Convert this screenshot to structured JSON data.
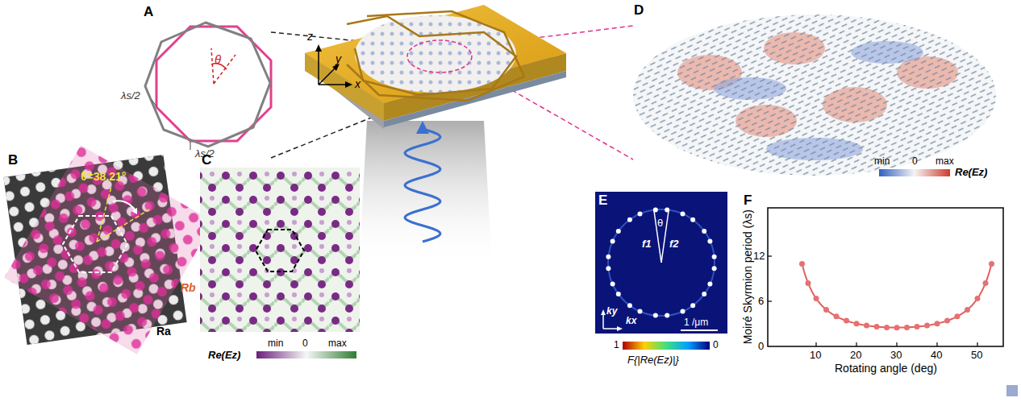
{
  "diagram": {
    "labels": [
      "A",
      "θ",
      "λs/2",
      "λs/2",
      "z",
      "y",
      "x",
      "D",
      "min",
      "0",
      "max",
      "Re(Ez)",
      "B",
      "θ=38.21°",
      "Ra",
      "Rb",
      "C",
      "Re(Ez)",
      "min",
      "0",
      "max",
      "E",
      "θ",
      "f1",
      "f2",
      "1 /μm",
      "ky",
      "kx",
      "F{|Re(Ez)|}",
      "1",
      "0",
      "F",
      "Moiré Skyrmion period (λs)",
      "Rotating angle (deg)",
      "12",
      "6",
      "0",
      "10",
      "20",
      "30",
      "40",
      "50"
    ]
  }
}
